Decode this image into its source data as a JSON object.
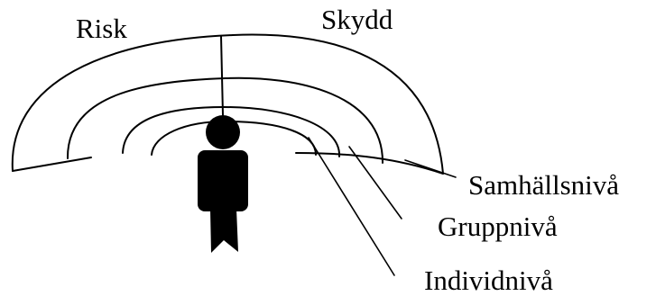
{
  "diagram": {
    "risk_label": "Risk",
    "protection_label": "Skydd",
    "levels": {
      "society": "Samhällsnivå",
      "group": "Gruppnivå",
      "individual": "Individnivå"
    },
    "colors": {
      "line": "#000000",
      "figure": "#000000",
      "background": "#ffffff"
    }
  }
}
